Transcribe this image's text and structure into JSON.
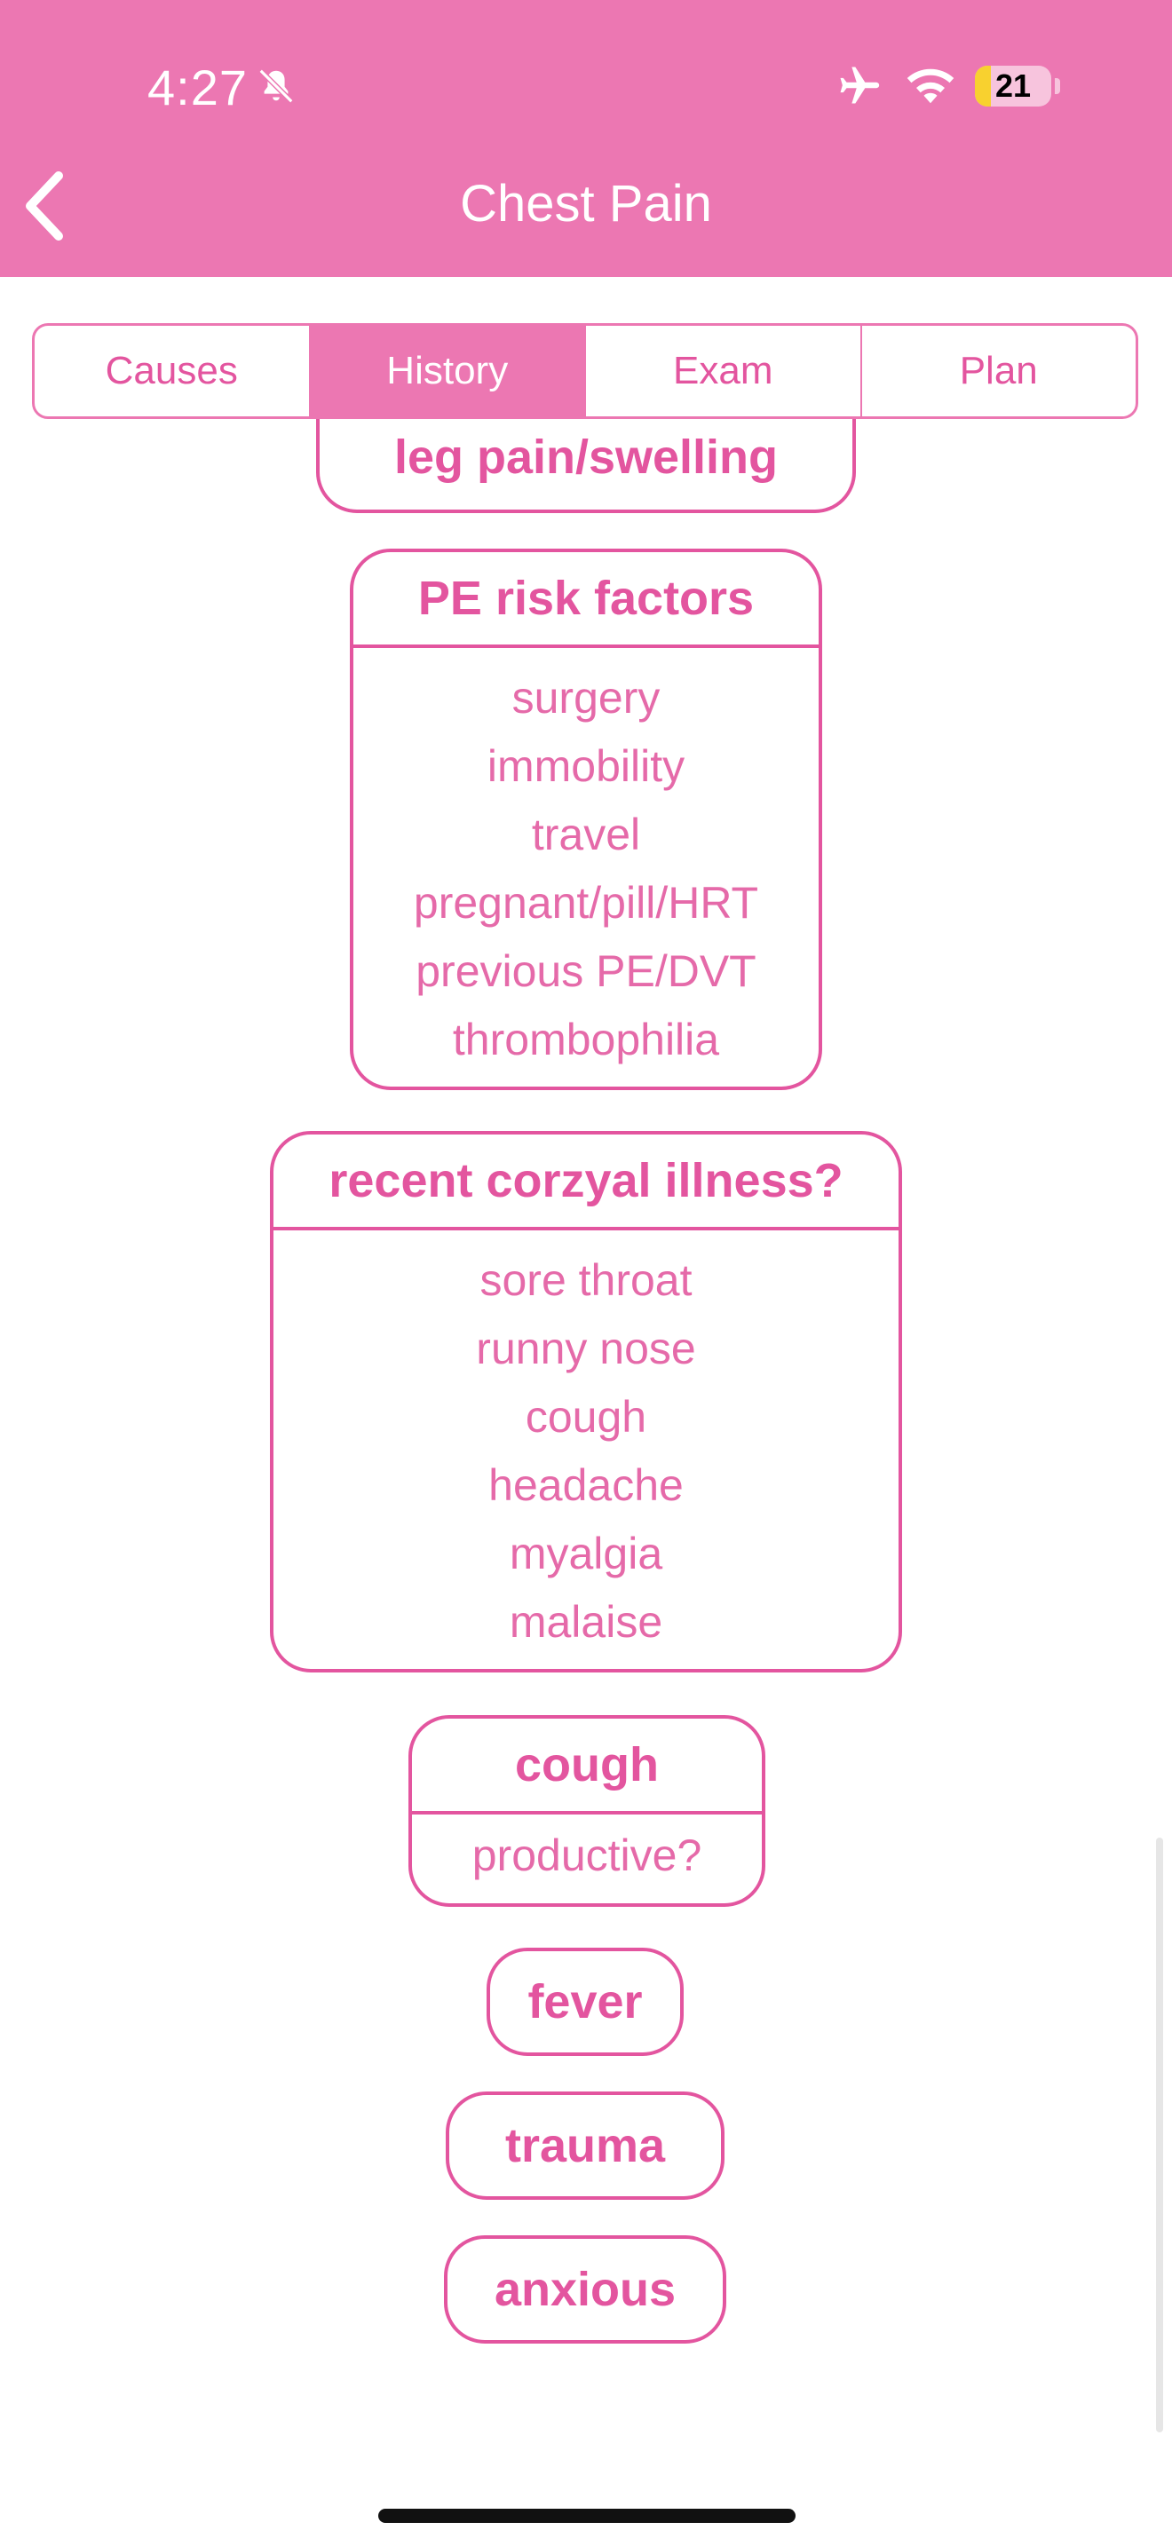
{
  "status_bar": {
    "time": "4:27",
    "battery_level": "21",
    "battery_fraction": 0.21,
    "icons": [
      "bell-slash-icon",
      "airplane-icon",
      "wifi-icon",
      "battery-icon"
    ]
  },
  "nav": {
    "title": "Chest Pain",
    "back_icon": "chevron-left-icon"
  },
  "tabs": [
    {
      "label": "Causes",
      "active": false
    },
    {
      "label": "History",
      "active": true
    },
    {
      "label": "Exam",
      "active": false
    },
    {
      "label": "Plan",
      "active": false
    }
  ],
  "sections": [
    {
      "title": "leg pain/swelling",
      "items": []
    },
    {
      "title": "PE risk factors",
      "items": [
        "surgery",
        "immobility",
        "travel",
        "pregnant/pill/HRT",
        "previous PE/DVT",
        "thrombophilia"
      ]
    },
    {
      "title": "recent corzyal illness?",
      "items": [
        "sore throat",
        "runny nose",
        "cough",
        "headache",
        "myalgia",
        "malaise"
      ]
    },
    {
      "title": "cough",
      "items": [
        "productive?"
      ]
    },
    {
      "title": "fever",
      "items": []
    },
    {
      "title": "trauma",
      "items": []
    },
    {
      "title": "anxious",
      "items": []
    }
  ],
  "colors": {
    "header": "#ec77b2",
    "accent": "#e3559f",
    "text_light": "#e56aa9"
  }
}
